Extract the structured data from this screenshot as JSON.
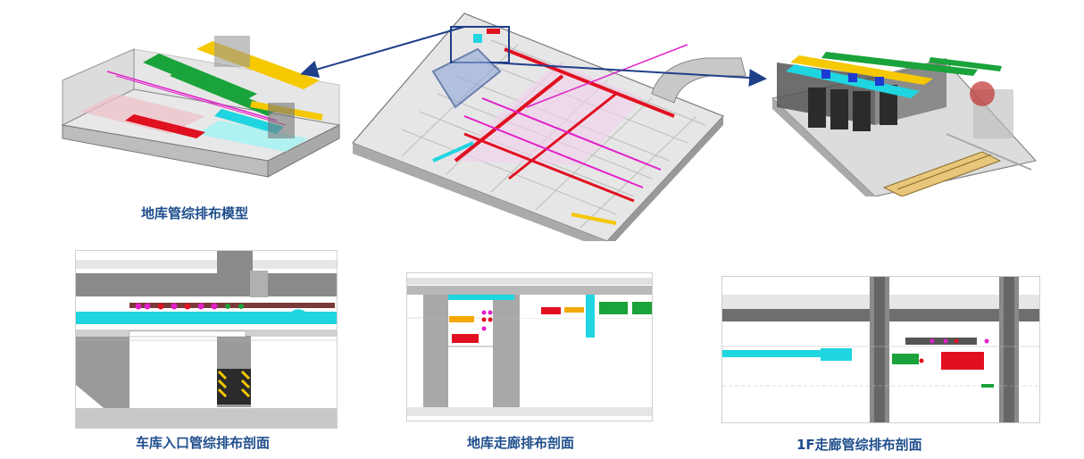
{
  "captions": {
    "model": "地库管综排布模型",
    "entrance": "车库入口管综排布剖面",
    "corridor_b": "地库走廊排布剖面",
    "corridor_1f": "1F走廊管综排布剖面"
  },
  "colors": {
    "caption": "#1f4e8c",
    "arrow": "#1f3f8a",
    "duct_cyan": "#1fd5e0",
    "duct_red": "#e01020",
    "duct_yellow": "#f5c800",
    "duct_green": "#1aa33a",
    "duct_orange": "#f5a800",
    "pipe_magenta": "#e020c8",
    "concrete": "#9a9a9a"
  }
}
